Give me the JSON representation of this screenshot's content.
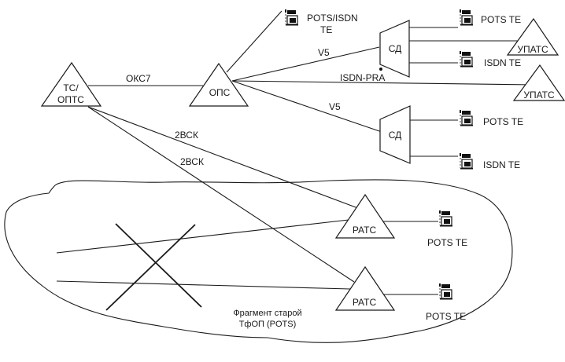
{
  "nodes": {
    "ts_opts": {
      "line1": "ТС/",
      "line2": "ОПТС"
    },
    "ops": {
      "label": "ОПС"
    },
    "sd_top": {
      "label": "СД"
    },
    "sd_bottom": {
      "label": "СД"
    },
    "upats_1": {
      "label": "УПАТС"
    },
    "upats_2": {
      "label": "УПАТС"
    },
    "rats_1": {
      "label": "РАТС"
    },
    "rats_2": {
      "label": "РАТС"
    }
  },
  "links": {
    "oks7": "ОКС7",
    "v5_top": "V5",
    "isdn_pra": "ISDN-PRA",
    "v5_bottom": "V5",
    "bsk_1": "2ВСК",
    "bsk_2": "2ВСК"
  },
  "terminals": {
    "pots_isdn": {
      "line1": "POTS/ISDN",
      "line2": "TE"
    },
    "sd_top_pots": "POTS TE",
    "sd_top_isdn": "ISDN TE",
    "sd_bottom_pots": "POTS TE",
    "sd_bottom_isdn": "ISDN TE",
    "rats_1_pots": "POTS TE",
    "rats_2_pots": "POTS TE"
  },
  "region": {
    "line1": "Фрагмент старой",
    "line2": "ТфОП (POTS)"
  }
}
